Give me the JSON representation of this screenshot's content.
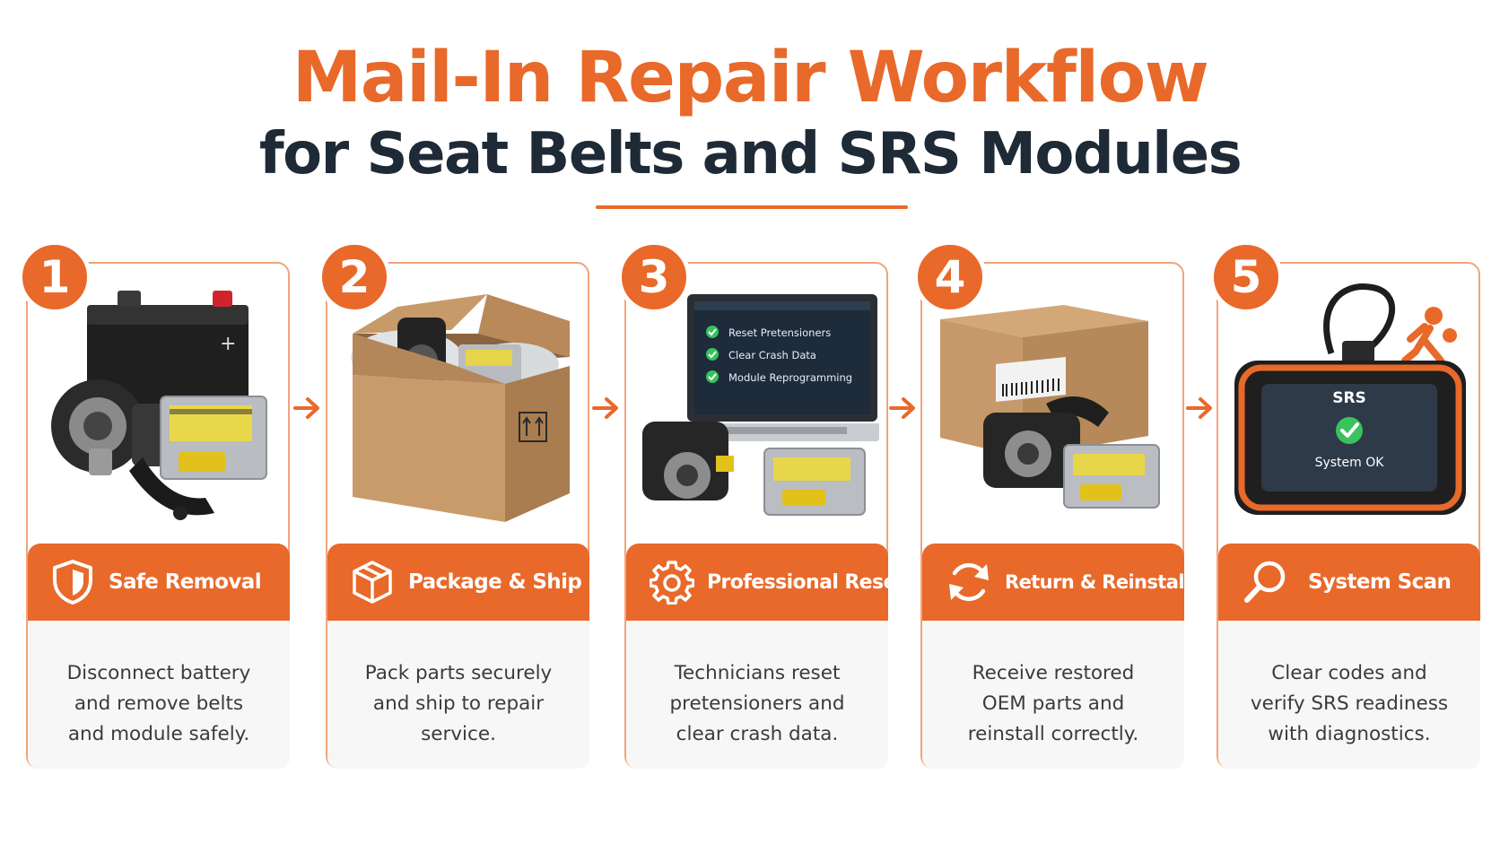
{
  "title": {
    "line1": "Mail-In Repair Workflow",
    "line2": "for Seat Belts and SRS Modules"
  },
  "colors": {
    "accent": "#e8692a",
    "dark": "#1e2a36",
    "border": "#f0a47c"
  },
  "steps": [
    {
      "number": "1",
      "label": "Safe Removal",
      "icon": "shield-icon",
      "description": [
        "Disconnect battery",
        "and remove belts",
        "and module safely."
      ]
    },
    {
      "number": "2",
      "label": "Package & Ship",
      "icon": "box-icon",
      "description": [
        "Pack parts securely",
        "and ship to repair",
        "service."
      ]
    },
    {
      "number": "3",
      "label": "Professional Reset",
      "icon": "gear-icon",
      "description": [
        "Technicians reset",
        "pretensioners and",
        "clear crash data."
      ],
      "screen_items": [
        "Reset Pretensioners",
        "Clear Crash Data",
        "Module Reprogramming"
      ]
    },
    {
      "number": "4",
      "label": "Return & Reinstall",
      "icon": "refresh-icon",
      "description": [
        "Receive restored",
        "OEM parts and",
        "reinstall correctly."
      ]
    },
    {
      "number": "5",
      "label": "System Scan",
      "icon": "magnifier-icon",
      "description": [
        "Clear codes and",
        "verify SRS readiness",
        "with diagnostics."
      ],
      "screen_title": "SRS",
      "screen_status": "System OK"
    }
  ]
}
